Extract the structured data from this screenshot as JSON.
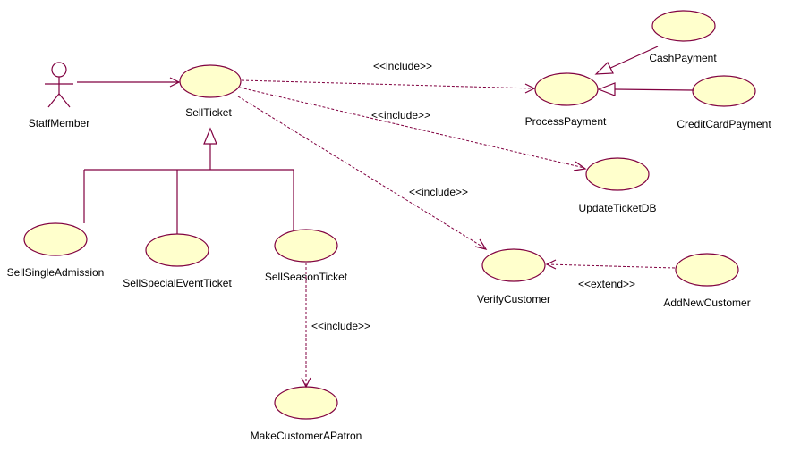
{
  "colors": {
    "usecase_fill": "#ffffcc",
    "line": "#800040",
    "text": "#000000",
    "background": "#ffffff"
  },
  "actor": {
    "name": "StaffMember"
  },
  "use_cases": {
    "sell_ticket": "SellTicket",
    "process_payment": "ProcessPayment",
    "cash_payment": "CashPayment",
    "credit_card_payment": "CreditCardPayment",
    "update_ticket_db": "UpdateTicketDB",
    "verify_customer": "VerifyCustomer",
    "add_new_customer": "AddNewCustomer",
    "sell_single_admission": "SellSingleAdmission",
    "sell_special_event_ticket": "SellSpecialEventTicket",
    "sell_season_ticket": "SellSeasonTicket",
    "make_customer_a_patron": "MakeCustomerAPatron"
  },
  "relationships": {
    "include_process_payment": "<<include>>",
    "include_update_ticket_db": "<<include>>",
    "include_verify_customer": "<<include>>",
    "include_make_patron": "<<include>>",
    "extend_verify_customer": "<<extend>>"
  }
}
